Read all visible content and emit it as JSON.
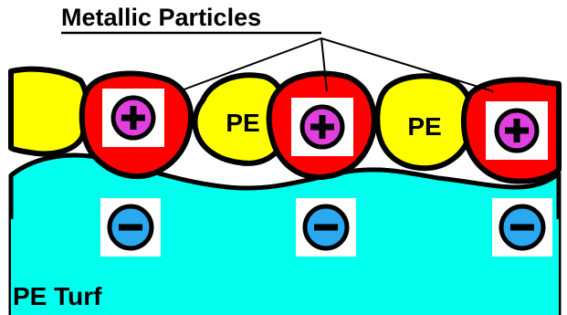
{
  "title": "Metallic Particles",
  "particle_label": "PE",
  "substrate_label": "PE Turf",
  "colors": {
    "substrate": "#00ffee",
    "pe_particle": "#ffff00",
    "metal_particle": "#ff0000",
    "positive_charge": "#e040e0",
    "negative_charge": "#2aa8f0",
    "outline": "#000000"
  },
  "icons": {
    "positive": "plus-charge-icon",
    "negative": "minus-charge-icon"
  }
}
